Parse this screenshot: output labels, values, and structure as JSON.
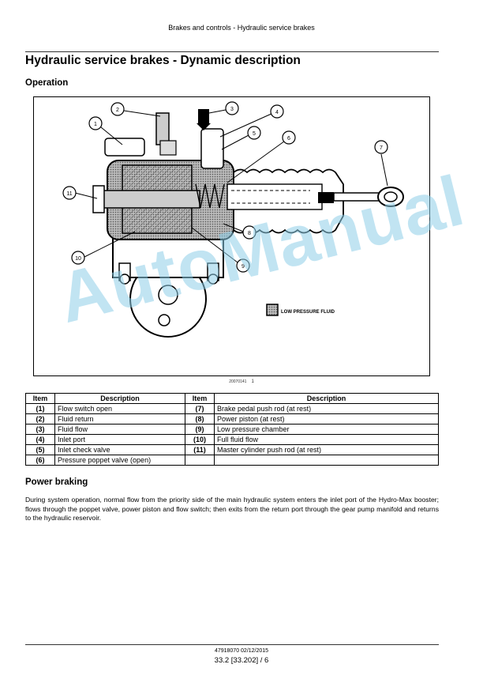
{
  "header": {
    "running_title": "Brakes and controls - Hydraulic service brakes"
  },
  "title": "Hydraulic service brakes - Dynamic description",
  "section_operation": "Operation",
  "figure": {
    "callouts": [
      "1",
      "2",
      "3",
      "4",
      "5",
      "6",
      "7",
      "8",
      "9",
      "10",
      "11"
    ],
    "legend_box": "LOW PRESSURE FLUID",
    "ref_code": "20070141",
    "number": "1"
  },
  "table": {
    "headers": [
      "Item",
      "Description",
      "Item",
      "Description"
    ],
    "rows": [
      {
        "left_item": "(1)",
        "left_desc": "Flow switch open",
        "right_item": "(7)",
        "right_desc": "Brake pedal push rod (at rest)"
      },
      {
        "left_item": "(2)",
        "left_desc": "Fluid return",
        "right_item": "(8)",
        "right_desc": "Power piston (at rest)"
      },
      {
        "left_item": "(3)",
        "left_desc": "Fluid flow",
        "right_item": "(9)",
        "right_desc": "Low pressure chamber"
      },
      {
        "left_item": "(4)",
        "left_desc": "Inlet port",
        "right_item": "(10)",
        "right_desc": "Full fluid flow"
      },
      {
        "left_item": "(5)",
        "left_desc": "Inlet check valve",
        "right_item": "(11)",
        "right_desc": "Master cylinder push rod (at rest)"
      },
      {
        "left_item": "(6)",
        "left_desc": "Pressure poppet valve (open)",
        "right_item": "",
        "right_desc": ""
      }
    ]
  },
  "section_power": "Power braking",
  "paragraph": "During system operation, normal flow from the priority side of the main hydraulic system enters the inlet port of the Hydro-Max booster; flows through the poppet valve, power piston and flow switch; then exits from the return port through the gear pump manifold and returns to the hydraulic reservoir.",
  "watermark": "AutoManual",
  "footer": {
    "doc_date": "47918070 02/12/2015",
    "page": "33.2 [33.202] / 6"
  }
}
